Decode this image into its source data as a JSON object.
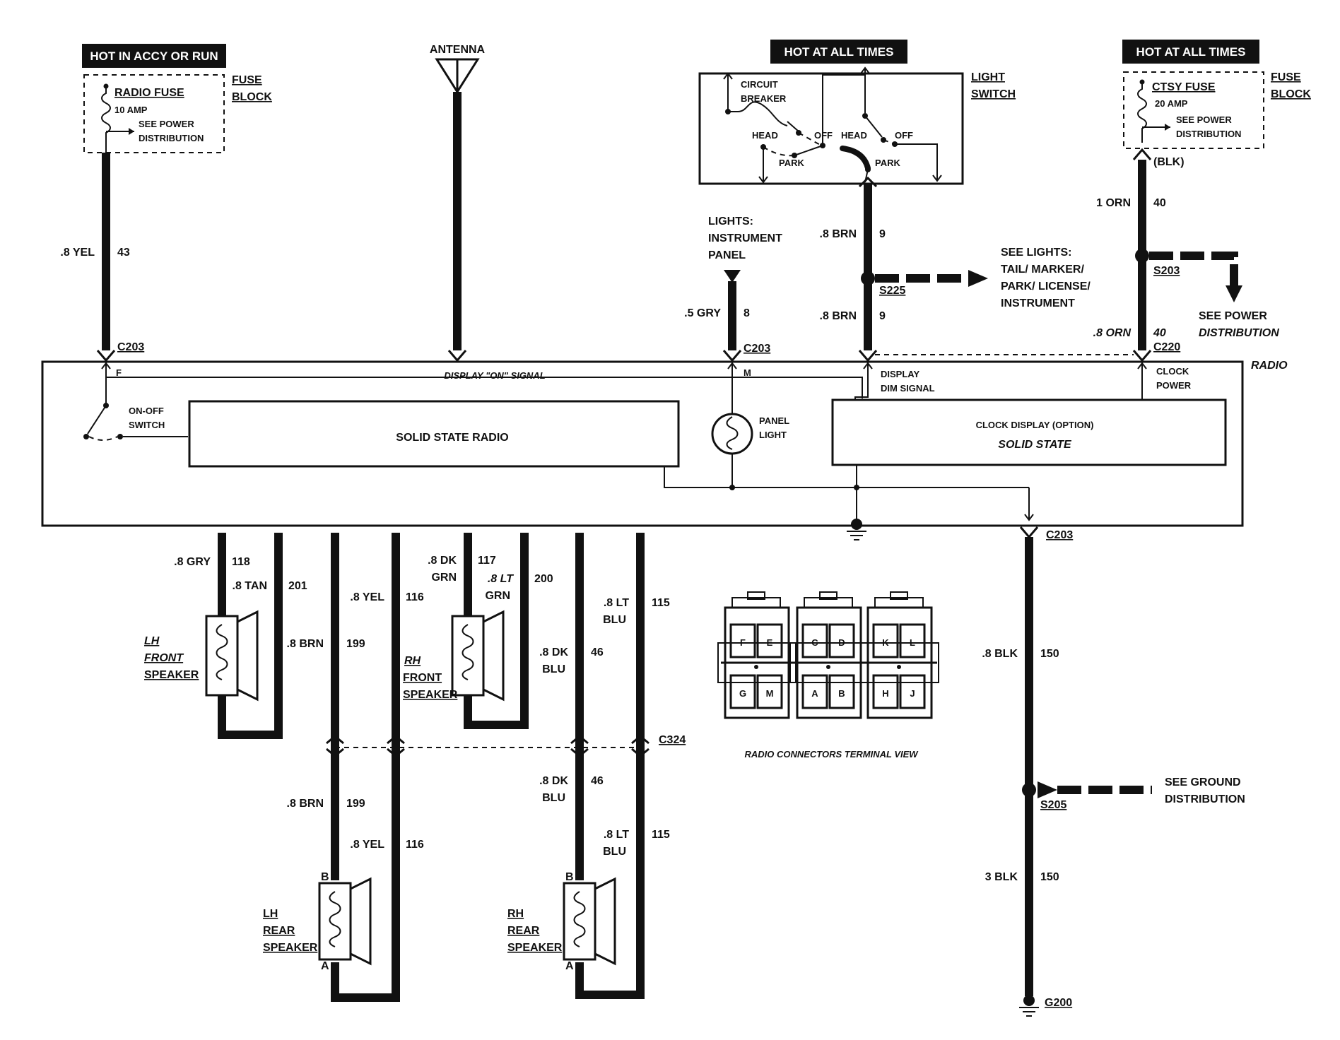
{
  "hot_labels": {
    "accy_run": "HOT IN ACCY OR RUN",
    "all_times_1": "HOT AT ALL TIMES",
    "all_times_2": "HOT AT ALL TIMES"
  },
  "antenna": "ANTENNA",
  "radio_fuse": {
    "name": "RADIO FUSE",
    "amp": "10 AMP",
    "see1": "SEE POWER",
    "see2": "DISTRIBUTION",
    "block1": "FUSE",
    "block2": "BLOCK"
  },
  "ctsy_fuse": {
    "name": "CTSY FUSE",
    "amp": "20 AMP",
    "see1": "SEE POWER",
    "see2": "DISTRIBUTION",
    "block1": "FUSE",
    "block2": "BLOCK",
    "blk": "(BLK)"
  },
  "light_switch": {
    "title1": "LIGHT",
    "title2": "SWITCH",
    "cb1": "CIRCUIT",
    "cb2": "BREAKER",
    "head1": "HEAD",
    "off1": "OFF",
    "park1": "PARK",
    "head2": "HEAD",
    "off2": "OFF",
    "park2": "PARK"
  },
  "lights_ip": {
    "l1": "LIGHTS:",
    "l2": "INSTRUMENT",
    "l3": "PANEL"
  },
  "see_lights": {
    "l1": "SEE LIGHTS:",
    "l2": "TAIL/ MARKER/",
    "l3": "PARK/ LICENSE/",
    "l4": "INSTRUMENT"
  },
  "see_power": {
    "l1": "SEE POWER",
    "l2": "DISTRIBUTION"
  },
  "see_ground": {
    "l1": "SEE GROUND",
    "l2": "DISTRIBUTION"
  },
  "wires": {
    "w43": {
      "size": ".8 YEL",
      "num": "43"
    },
    "w8": {
      "size": ".5 GRY",
      "num": "8"
    },
    "w9a": {
      "size": ".8 BRN",
      "num": "9"
    },
    "w9b": {
      "size": ".8 BRN",
      "num": "9"
    },
    "w40a": {
      "size": "1 ORN",
      "num": "40"
    },
    "w40b": {
      "size": ".8 ORN",
      "num": "40"
    },
    "w118": {
      "size": ".8 GRY",
      "num": "118"
    },
    "w201": {
      "size": ".8 TAN",
      "num": "201"
    },
    "w199a": {
      "size": ".8 BRN",
      "num": "199"
    },
    "w116a": {
      "size": ".8 YEL",
      "num": "116"
    },
    "w117": {
      "size1": ".8 DK",
      "size2": "GRN",
      "num": "117"
    },
    "w200": {
      "size1": ".8 LT",
      "size2": "GRN",
      "num": "200"
    },
    "w46a": {
      "size1": ".8 DK",
      "size2": "BLU",
      "num": "46"
    },
    "w115a": {
      "size1": ".8 LT",
      "size2": "BLU",
      "num": "115"
    },
    "w199b": {
      "size": ".8 BRN",
      "num": "199"
    },
    "w116b": {
      "size": ".8 YEL",
      "num": "116"
    },
    "w46b": {
      "size1": ".8 DK",
      "size2": "BLU",
      "num": "46"
    },
    "w115b": {
      "size1": ".8 LT",
      "size2": "BLU",
      "num": "115"
    },
    "w150a": {
      "size": ".8 BLK",
      "num": "150"
    },
    "w150b": {
      "size": "3 BLK",
      "num": "150"
    }
  },
  "connectors": {
    "c203a": "C203",
    "c203b": "C203",
    "c220": "C220",
    "c203c": "C203",
    "c324": "C324",
    "s225": "S225",
    "s203": "S203",
    "s205": "S205",
    "g200": "G200"
  },
  "radio": {
    "title": "RADIO",
    "display_on": "DISPLAY \"ON\" SIGNAL",
    "pin_f": "F",
    "pin_m": "M",
    "onoff1": "ON-OFF",
    "onoff2": "SWITCH",
    "ssr": "SOLID STATE RADIO",
    "panel1": "PANEL",
    "panel2": "LIGHT",
    "dim1": "DISPLAY",
    "dim2": "DIM SIGNAL",
    "clk1": "CLOCK",
    "clk2": "POWER",
    "clock_display": "CLOCK DISPLAY (OPTION)",
    "solid_state": "SOLID STATE"
  },
  "speakers": {
    "lhf": [
      "LH",
      "FRONT",
      "SPEAKER"
    ],
    "rhf": [
      "RH",
      "FRONT",
      "SPEAKER"
    ],
    "lhr": [
      "LH",
      "REAR",
      "SPEAKER"
    ],
    "rhr": [
      "RH",
      "REAR",
      "SPEAKER"
    ],
    "pin_b": "B",
    "pin_a": "A"
  },
  "terminal_view": {
    "caption": "RADIO CONNECTORS TERMINAL VIEW",
    "pins": [
      "F",
      "E",
      "C",
      "D",
      "K",
      "L",
      "G",
      "M",
      "A",
      "B",
      "H",
      "J"
    ]
  }
}
